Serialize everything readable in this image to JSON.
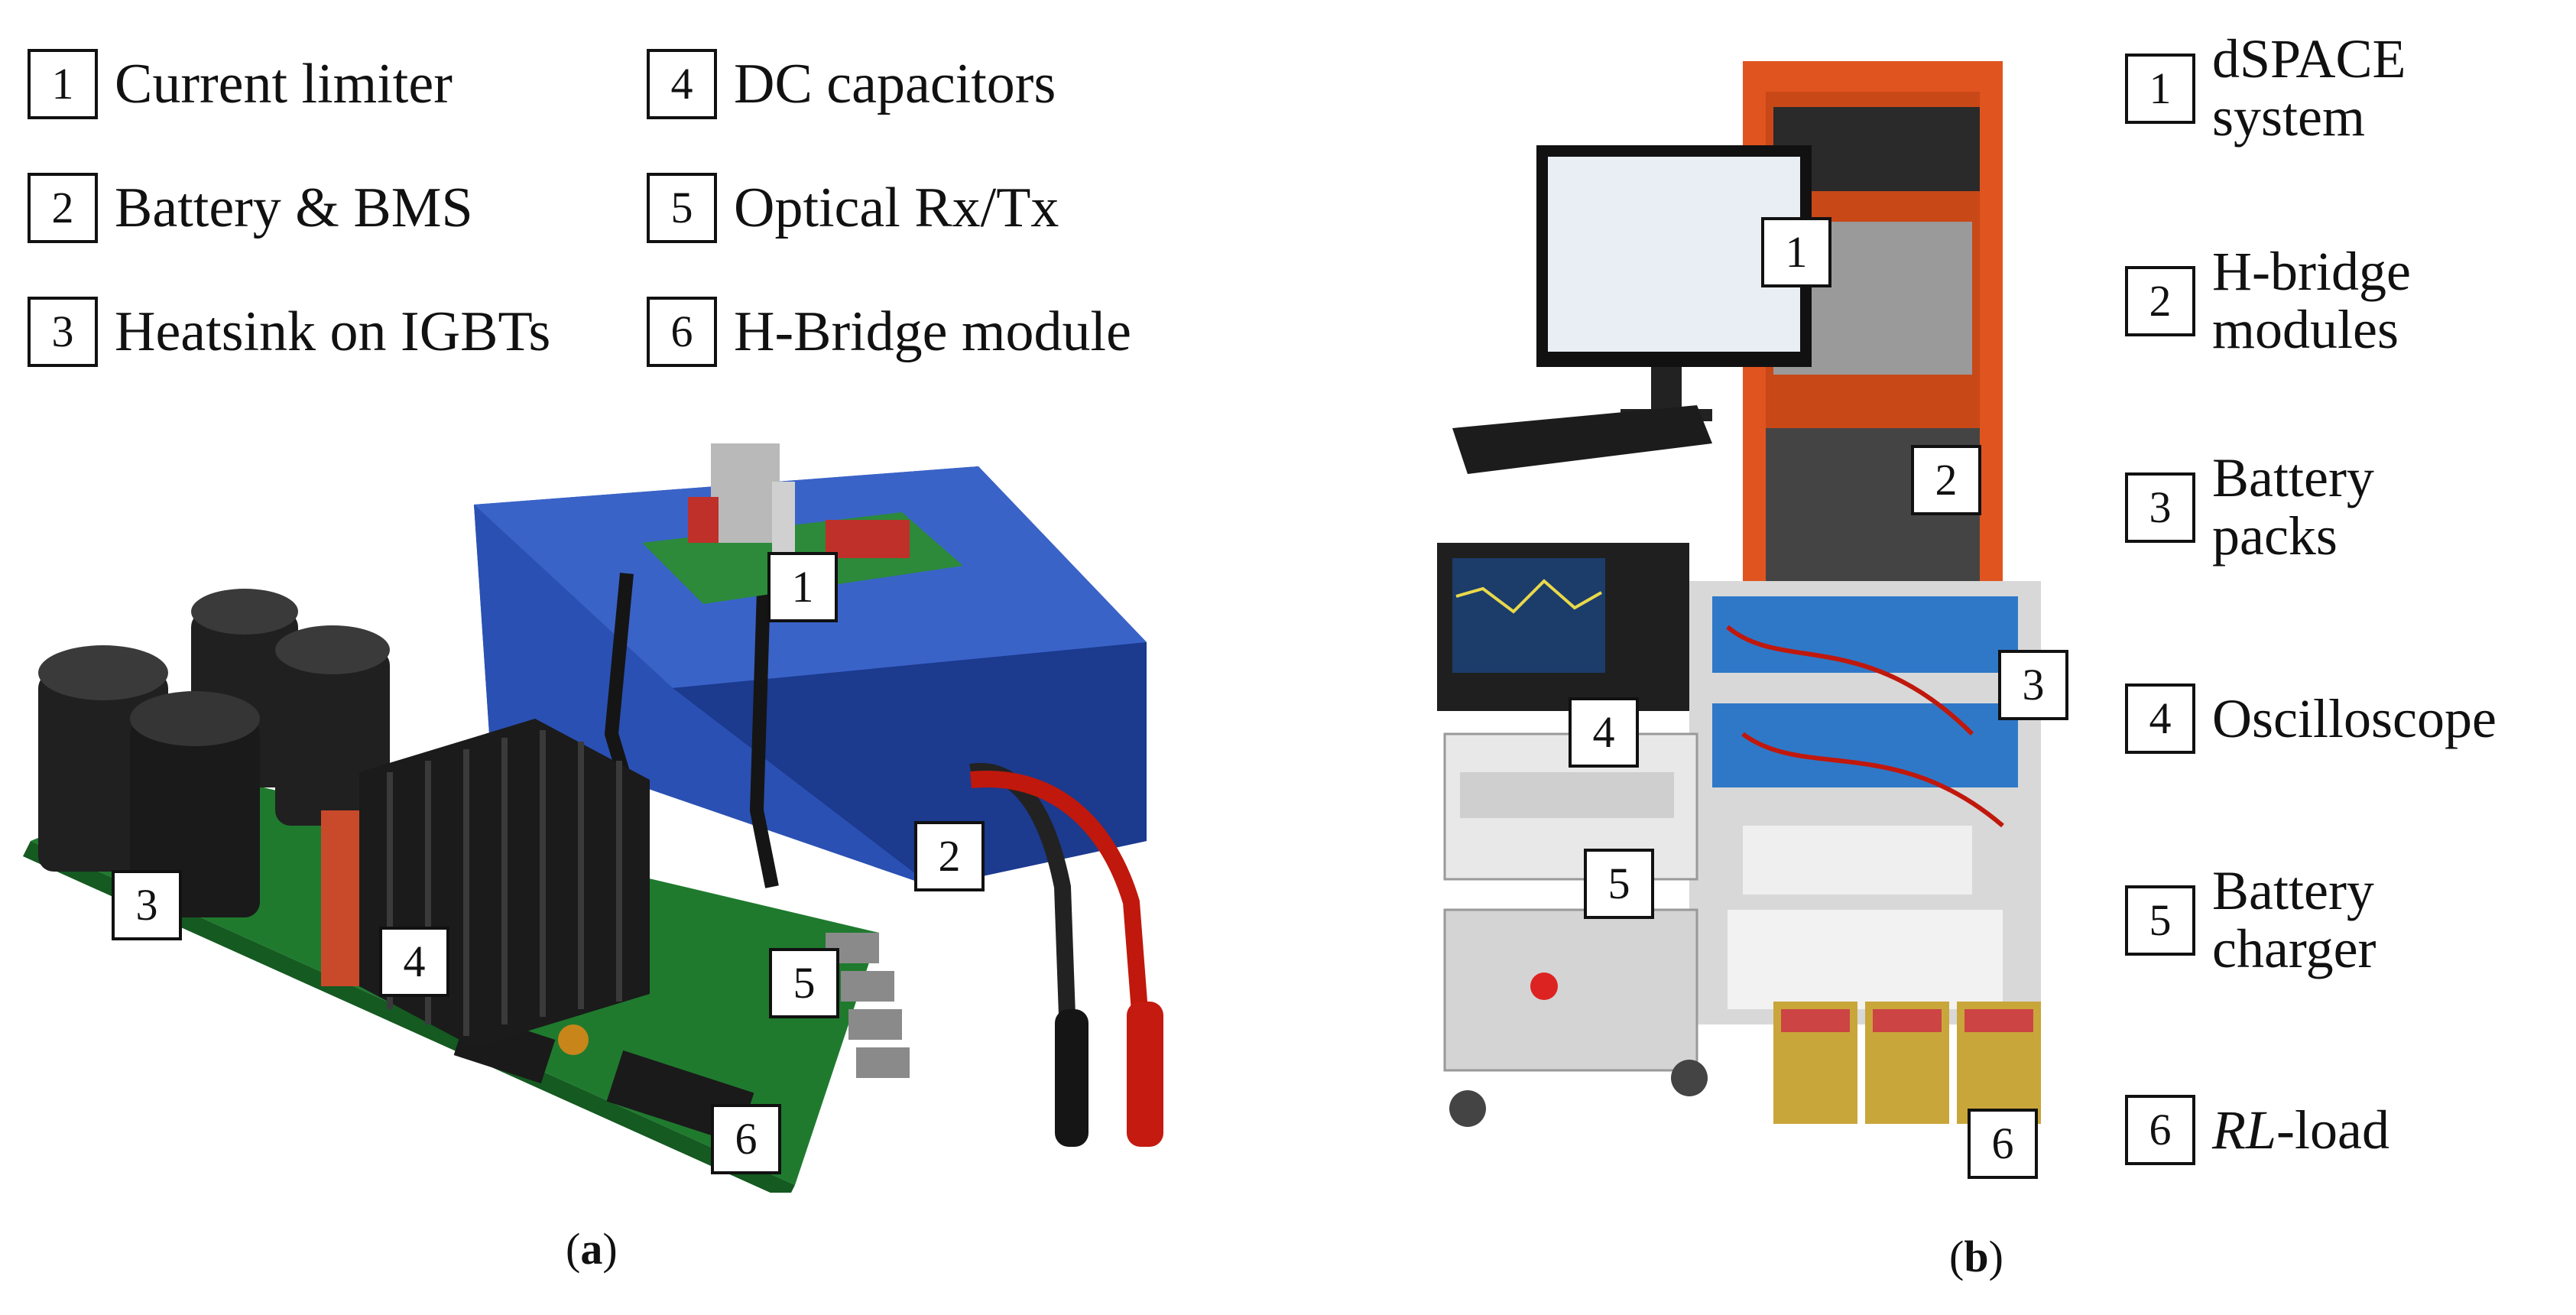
{
  "panel_a": {
    "legend": [
      {
        "num": "1",
        "label": "Current limiter"
      },
      {
        "num": "2",
        "label": "Battery & BMS"
      },
      {
        "num": "3",
        "label": "Heatsink on IGBTs"
      },
      {
        "num": "4",
        "label": "DC capacitors"
      },
      {
        "num": "5",
        "label": "Optical Rx/Tx"
      },
      {
        "num": "6",
        "label": "H-Bridge module"
      }
    ],
    "callouts": [
      "1",
      "2",
      "3",
      "4",
      "5",
      "6"
    ],
    "caption": {
      "open": "(",
      "letter": "a",
      "close": ")"
    }
  },
  "panel_b": {
    "legend": [
      {
        "num": "1",
        "line1": "dSPACE",
        "line2": "system"
      },
      {
        "num": "2",
        "line1": "H-bridge",
        "line2": "modules"
      },
      {
        "num": "3",
        "line1": "Battery",
        "line2": "packs"
      },
      {
        "num": "4",
        "line1": "Oscilloscope",
        "line2": ""
      },
      {
        "num": "5",
        "line1": "Battery",
        "line2": "charger"
      },
      {
        "num": "6",
        "italic": "RL",
        "rest": "-load"
      }
    ],
    "callouts": [
      "1",
      "2",
      "3",
      "4",
      "5",
      "6"
    ],
    "caption": {
      "open": "(",
      "letter": "b",
      "close": ")"
    }
  },
  "colors": {
    "battery_wrap": "#2a4fb0",
    "pcb_green": "#1f7a2e",
    "heatsink": "#1b1b1b",
    "capacitor": "#202020",
    "rack_orange": "#e0541f",
    "cable_red": "#c0180c"
  }
}
